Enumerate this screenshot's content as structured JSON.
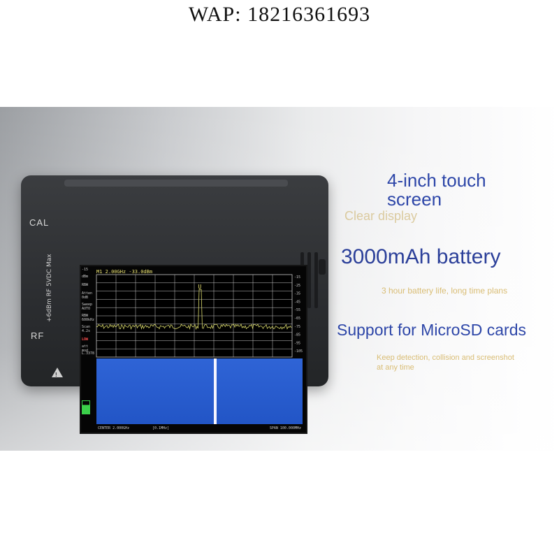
{
  "header": {
    "wap_text": "WAP: 18216361693"
  },
  "device": {
    "cal_label": "CAL",
    "rf_label": "RF",
    "vertical_label": "+6dBm RF  5VDC Max",
    "warning_icon": "warning-triangle-icon"
  },
  "screen": {
    "top_readout": "M1  2.00GHz -33.0dBm",
    "marker_label": "U",
    "side_info": [
      "-15",
      "dBm",
      "RBW",
      "Atten 0dB",
      "Sweep AUTO",
      "RBW 600kHz",
      "Scan 4.2s",
      "LOW",
      "att mod",
      "L.3378"
    ],
    "db_scale": [
      "-15",
      "-25",
      "-35",
      "-45",
      "-55",
      "-65",
      "-75",
      "-85",
      "-95",
      "-105"
    ],
    "bottom_left": "CENTER 2.000GHz",
    "bottom_mid": "[0.1MHz]",
    "bottom_right": "SPAN 100.000MHz",
    "colors": {
      "trace": "#d8d86a",
      "grid": "#c8c8c8",
      "waterfall": "#2f64d6",
      "marker": "#f0f0f0"
    }
  },
  "features": {
    "touch_title": "4-inch touch\nscreen",
    "clear_display": "Clear display",
    "battery_title": "3000mAh battery",
    "battery_sub": "3 hour battery life, long time plans",
    "sd_title": "Support for MicroSD cards",
    "sd_sub_1": "Keep detection, collision and screenshot",
    "sd_sub_2": "at any time"
  },
  "colors": {
    "heading_blue": "#2d46a8",
    "subtext_gold": "#d9bd75"
  }
}
